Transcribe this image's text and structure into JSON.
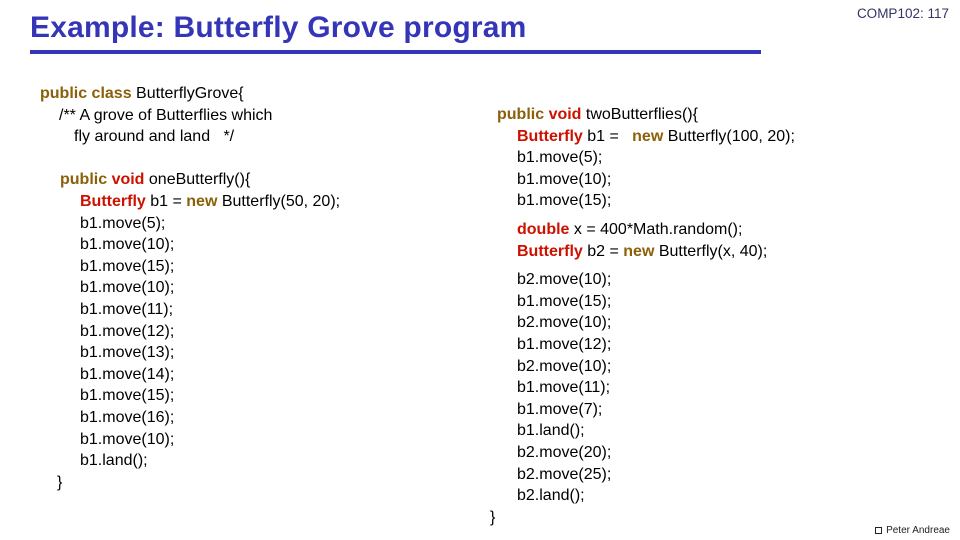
{
  "colors": {
    "title-blue": "#3535b8",
    "ref-navy": "#333366",
    "keyword-brown": "#8a6008",
    "keyword-red": "#cc1100",
    "code-black": "#000000",
    "footer-gray": "#222222"
  },
  "header": {
    "course_ref": "COMP102: 117",
    "title": "Example: Butterfly Grove program"
  },
  "footer": {
    "credit": "Peter Andreae"
  },
  "code_left": {
    "lines": [
      {
        "indent": 0,
        "segments": [
          {
            "t": "public class ",
            "c": "kb"
          },
          {
            "t": "ButterflyGrove{",
            "c": "pl"
          }
        ]
      },
      {
        "indent": 19,
        "segments": [
          {
            "t": "/** A grove of Butterflies which",
            "c": "pl"
          }
        ]
      },
      {
        "indent": 34,
        "segments": [
          {
            "t": "fly around and land   */",
            "c": "pl"
          }
        ]
      },
      {
        "indent": 0,
        "segments": []
      },
      {
        "indent": 20,
        "segments": [
          {
            "t": "public ",
            "c": "kb"
          },
          {
            "t": "void ",
            "c": "kr"
          },
          {
            "t": "oneButterfly(){",
            "c": "pl"
          }
        ]
      },
      {
        "indent": 40,
        "segments": [
          {
            "t": "Butterfly ",
            "c": "kr"
          },
          {
            "t": "b1 = ",
            "c": "pl"
          },
          {
            "t": "new ",
            "c": "kb"
          },
          {
            "t": "Butterfly(50, 20);",
            "c": "pl"
          }
        ]
      },
      {
        "indent": 40,
        "segments": [
          {
            "t": "b1.move(5);",
            "c": "pl"
          }
        ]
      },
      {
        "indent": 40,
        "segments": [
          {
            "t": "b1.move(10);",
            "c": "pl"
          }
        ]
      },
      {
        "indent": 40,
        "segments": [
          {
            "t": "b1.move(15);",
            "c": "pl"
          }
        ]
      },
      {
        "indent": 40,
        "segments": [
          {
            "t": "b1.move(10);",
            "c": "pl"
          }
        ]
      },
      {
        "indent": 40,
        "segments": [
          {
            "t": "b1.move(11);",
            "c": "pl"
          }
        ]
      },
      {
        "indent": 40,
        "segments": [
          {
            "t": "b1.move(12);",
            "c": "pl"
          }
        ]
      },
      {
        "indent": 40,
        "segments": [
          {
            "t": "b1.move(13);",
            "c": "pl"
          }
        ]
      },
      {
        "indent": 40,
        "segments": [
          {
            "t": "b1.move(14);",
            "c": "pl"
          }
        ]
      },
      {
        "indent": 40,
        "segments": [
          {
            "t": "b1.move(15);",
            "c": "pl"
          }
        ]
      },
      {
        "indent": 40,
        "segments": [
          {
            "t": "b1.move(16);",
            "c": "pl"
          }
        ]
      },
      {
        "indent": 40,
        "segments": [
          {
            "t": "b1.move(10);",
            "c": "pl"
          }
        ]
      },
      {
        "indent": 40,
        "segments": [
          {
            "t": "b1.land();",
            "c": "pl"
          }
        ]
      },
      {
        "indent": 17,
        "segments": [
          {
            "t": "}",
            "c": "pl"
          }
        ]
      }
    ]
  },
  "code_right": {
    "lines": [
      {
        "indent": 7,
        "segments": [
          {
            "t": "public ",
            "c": "kb"
          },
          {
            "t": "void ",
            "c": "kr"
          },
          {
            "t": "twoButterflies(){",
            "c": "pl"
          }
        ]
      },
      {
        "indent": 27,
        "segments": [
          {
            "t": "Butterfly ",
            "c": "kr"
          },
          {
            "t": "b1 =   ",
            "c": "pl"
          },
          {
            "t": "new ",
            "c": "kb"
          },
          {
            "t": "Butterfly(100, 20);",
            "c": "pl"
          }
        ]
      },
      {
        "indent": 27,
        "segments": [
          {
            "t": "b1.move(5);",
            "c": "pl"
          }
        ]
      },
      {
        "indent": 27,
        "segments": [
          {
            "t": "b1.move(10);",
            "c": "pl"
          }
        ]
      },
      {
        "indent": 27,
        "segments": [
          {
            "t": "b1.move(15);",
            "c": "pl"
          }
        ]
      },
      {
        "indent": 27,
        "gap": 7,
        "segments": [
          {
            "t": "double ",
            "c": "kr"
          },
          {
            "t": "x = 400*Math.random();",
            "c": "pl"
          }
        ]
      },
      {
        "indent": 27,
        "segments": [
          {
            "t": "Butterfly ",
            "c": "kr"
          },
          {
            "t": "b2 = ",
            "c": "pl"
          },
          {
            "t": "new ",
            "c": "kb"
          },
          {
            "t": "Butterfly(x, 40);",
            "c": "pl"
          }
        ]
      },
      {
        "indent": 27,
        "gap": 7,
        "segments": [
          {
            "t": "b2.move(10);",
            "c": "pl"
          }
        ]
      },
      {
        "indent": 27,
        "segments": [
          {
            "t": "b1.move(15);",
            "c": "pl"
          }
        ]
      },
      {
        "indent": 27,
        "segments": [
          {
            "t": "b2.move(10);",
            "c": "pl"
          }
        ]
      },
      {
        "indent": 27,
        "segments": [
          {
            "t": "b1.move(12);",
            "c": "pl"
          }
        ]
      },
      {
        "indent": 27,
        "segments": [
          {
            "t": "b2.move(10);",
            "c": "pl"
          }
        ]
      },
      {
        "indent": 27,
        "segments": [
          {
            "t": "b1.move(11);",
            "c": "pl"
          }
        ]
      },
      {
        "indent": 27,
        "segments": [
          {
            "t": "b1.move(7);",
            "c": "pl"
          }
        ]
      },
      {
        "indent": 27,
        "segments": [
          {
            "t": "b1.land();",
            "c": "pl"
          }
        ]
      },
      {
        "indent": 27,
        "segments": [
          {
            "t": "b2.move(20);",
            "c": "pl"
          }
        ]
      },
      {
        "indent": 27,
        "segments": [
          {
            "t": "b2.move(25);",
            "c": "pl"
          }
        ]
      },
      {
        "indent": 27,
        "segments": [
          {
            "t": "b2.land();",
            "c": "pl"
          }
        ]
      },
      {
        "indent": 0,
        "segments": [
          {
            "t": "}",
            "c": "pl"
          }
        ]
      }
    ]
  }
}
